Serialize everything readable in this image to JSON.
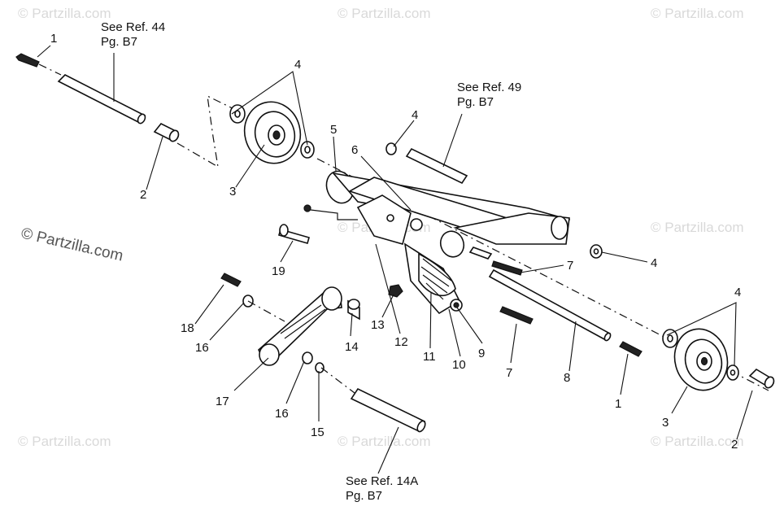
{
  "watermarks": {
    "main": "© Partzilla.com",
    "repeat": "© Partzilla.com"
  },
  "references": {
    "ref44_line1": "See Ref. 44",
    "ref44_line2": "Pg. B7",
    "ref49_line1": "See Ref. 49",
    "ref49_line2": "Pg. B7",
    "ref14a_line1": "See Ref. 14A",
    "ref14a_line2": "Pg. B7"
  },
  "callouts": {
    "c1_top": "1",
    "c2_left": "2",
    "c3_left": "3",
    "c4_top": "4",
    "c5": "5",
    "c6": "6",
    "c4_mid": "4",
    "c7_upper": "7",
    "c4_right": "4",
    "c19": "19",
    "c18": "18",
    "c16_upper": "16",
    "c14": "14",
    "c13": "13",
    "c12": "12",
    "c11": "11",
    "c10": "10",
    "c9": "9",
    "c7_lower": "7",
    "c8": "8",
    "c1_bottom": "1",
    "c17": "17",
    "c16_lower": "16",
    "c15": "15",
    "c4_bottom": "4",
    "c3_right": "3",
    "c2_right": "2"
  }
}
